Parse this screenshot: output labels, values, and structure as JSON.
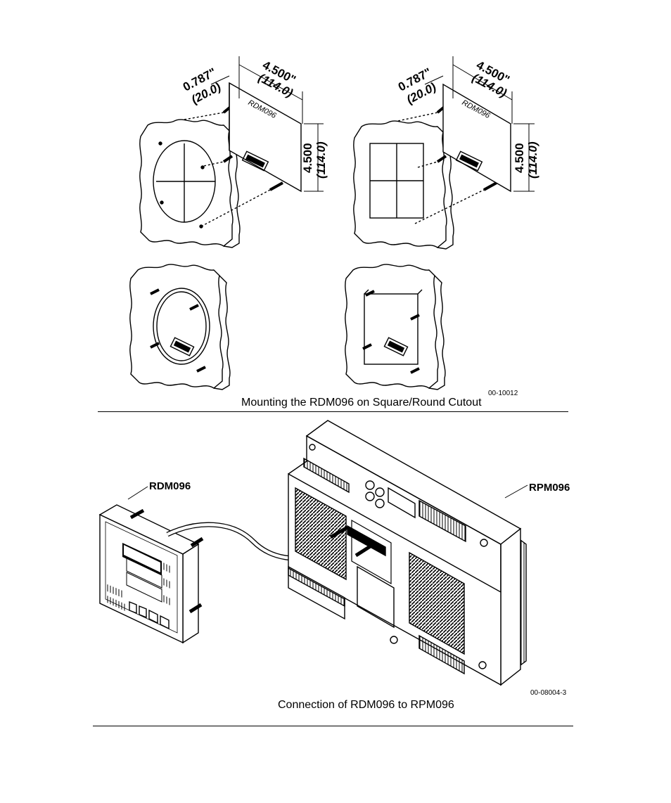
{
  "figure1": {
    "caption": "Mounting the RDM096 on Square/Round Cutout",
    "drawing_number": "00-10012",
    "dimensions": {
      "depth_in": "0.787\"",
      "depth_mm": "(20.0)",
      "width_in": "4.500\"",
      "width_mm": "(114.0)",
      "height_in": "4.500",
      "height_mm": "(114.0)"
    },
    "part_label": "RDM096"
  },
  "figure2": {
    "caption": "Connection of RDM096 to RPM096",
    "drawing_number": "00-08004-3",
    "label_left": "RDM096",
    "label_right": "RPM096"
  }
}
